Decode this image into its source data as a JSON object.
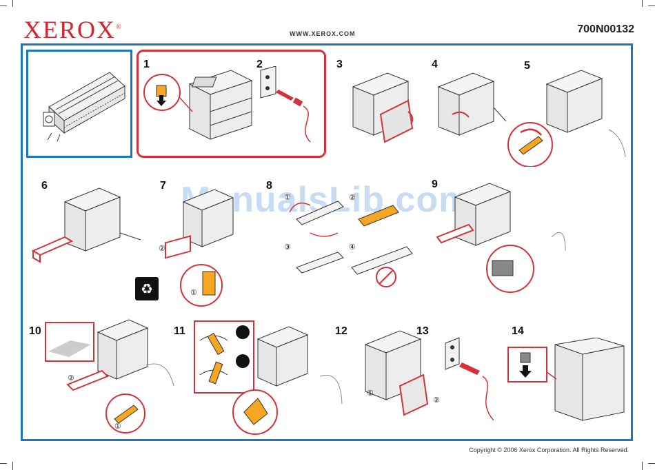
{
  "header": {
    "brand": "XEROX",
    "brand_mark": "®",
    "website": "WWW.XEROX.COM",
    "part_number": "700N00132"
  },
  "steps": [
    "1",
    "2",
    "3",
    "4",
    "5",
    "6",
    "7",
    "8",
    "9",
    "10",
    "11",
    "12",
    "13",
    "14"
  ],
  "sub_labels": {
    "circled_1": "①",
    "circled_2": "②",
    "circled_3": "③",
    "circled_4": "④"
  },
  "watermark": "ManualsLib.com",
  "footer": {
    "copyright": "Copyright © 2006 Xerox Corporation. All Rights Reserved."
  },
  "colors": {
    "brand_red": "#d22630",
    "frame_blue": "#1b75bb",
    "highlight_orange": "#f5a623",
    "callout_red": "#d6303a"
  }
}
